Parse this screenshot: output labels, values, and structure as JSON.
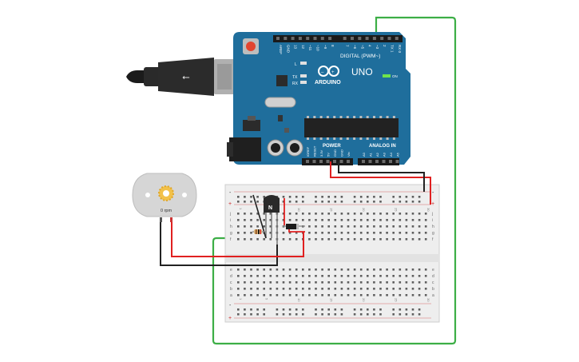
{
  "arduino": {
    "brand": "ARDUINO",
    "model": "UNO",
    "digital_label": "DIGITAL (PWM~)",
    "power_label": "POWER",
    "analog_label": "ANALOG IN",
    "on_label": "ON",
    "led_l": "L",
    "led_tx": "TX",
    "led_rx": "RX",
    "top_pins": [
      "AREF",
      "GND",
      "13",
      "12",
      "~11",
      "~10",
      "~9",
      "8",
      "",
      "7",
      "~6",
      "~5",
      "4",
      "~3",
      "2",
      "TX 1",
      "RX 0"
    ],
    "power_pins": [
      "IOREF",
      "RESET",
      "3.3V",
      "5V",
      "GND",
      "GND",
      "Vin"
    ],
    "analog_pins": [
      "A0",
      "A1",
      "A2",
      "A3",
      "A4",
      "A5"
    ]
  },
  "motor": {
    "rpm_label": "0 rpm"
  },
  "transistor": {
    "label": "N"
  },
  "breadboard": {
    "top_row_letters": [
      "j",
      "i",
      "h",
      "g",
      "f"
    ],
    "bottom_row_letters": [
      "e",
      "d",
      "c",
      "b",
      "a"
    ],
    "column_labels": [
      "1",
      "",
      "",
      "",
      "5",
      "",
      "",
      "",
      "",
      "10",
      "",
      "",
      "",
      "",
      "15",
      "",
      "",
      "",
      "",
      "20",
      "",
      "",
      "",
      "",
      "25",
      "",
      "",
      "",
      "",
      "30"
    ],
    "rail_plus": "+",
    "rail_minus": "-"
  },
  "colors": {
    "arduino_blue": "#1f6e9c",
    "wire_red": "#e02020",
    "wire_black": "#222222",
    "wire_green": "#3cae46",
    "breadboard": "#eeeeee"
  }
}
